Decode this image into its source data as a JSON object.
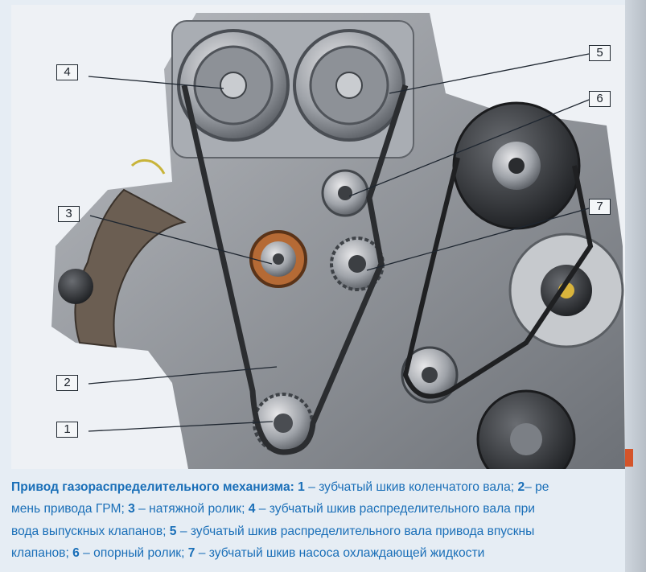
{
  "figure": {
    "callouts": [
      {
        "number": "1"
      },
      {
        "number": "2"
      },
      {
        "number": "3"
      },
      {
        "number": "4"
      },
      {
        "number": "5"
      },
      {
        "number": "6"
      },
      {
        "number": "7"
      }
    ]
  },
  "caption": {
    "lines": [
      [
        {
          "text": "Привод газораспределительного механизма: 1",
          "bold": true
        },
        {
          "text": " – зубчатый шкив коленчатого вала; ",
          "bold": false
        },
        {
          "text": "2",
          "bold": true
        },
        {
          "text": "– ре",
          "bold": false
        }
      ],
      [
        {
          "text": "мень привода ГРМ; ",
          "bold": false
        },
        {
          "text": "3",
          "bold": true
        },
        {
          "text": " – натяжной ролик; ",
          "bold": false
        },
        {
          "text": "4",
          "bold": true
        },
        {
          "text": " – зубчатый шкив распределительного вала при",
          "bold": false
        }
      ],
      [
        {
          "text": "вода выпускных клапанов; ",
          "bold": false
        },
        {
          "text": "5",
          "bold": true
        },
        {
          "text": " – зубчатый шкив распределительного вала привода впускны",
          "bold": false
        }
      ],
      [
        {
          "text": "клапанов; ",
          "bold": false
        },
        {
          "text": "6",
          "bold": true
        },
        {
          "text": " – опорный ролик; ",
          "bold": false
        },
        {
          "text": "7",
          "bold": true
        },
        {
          "text": " – зубчатый шкив насоса охлаждающей жидкости",
          "bold": false
        }
      ]
    ]
  },
  "colors": {
    "caption_text": "#1a6fb8",
    "background": "#e6edf4",
    "label_border": "#202830"
  }
}
